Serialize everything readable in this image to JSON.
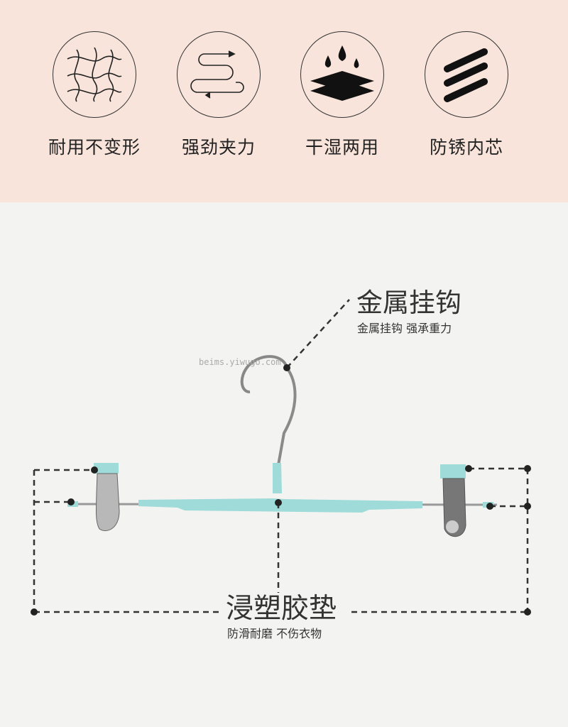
{
  "features": [
    {
      "label": "耐用不变形",
      "icon": "mesh-icon"
    },
    {
      "label": "强劲夹力",
      "icon": "zigzag-arrows-icon"
    },
    {
      "label": "干湿两用",
      "icon": "water-layers-icon"
    },
    {
      "label": "防锈内芯",
      "icon": "stripes-icon"
    }
  ],
  "hook_callout": {
    "title": "金属挂钩",
    "subtitle": "金属挂钩 强承重力"
  },
  "pad_callout": {
    "title": "浸塑胶垫",
    "subtitle": "防滑耐磨 不伤衣物"
  },
  "watermark": "beims.yiwugo.com",
  "colors": {
    "top_band": "#f8e4da",
    "background": "#f3f3f2",
    "teal": "#9fdcd9",
    "dash": "#333333"
  }
}
